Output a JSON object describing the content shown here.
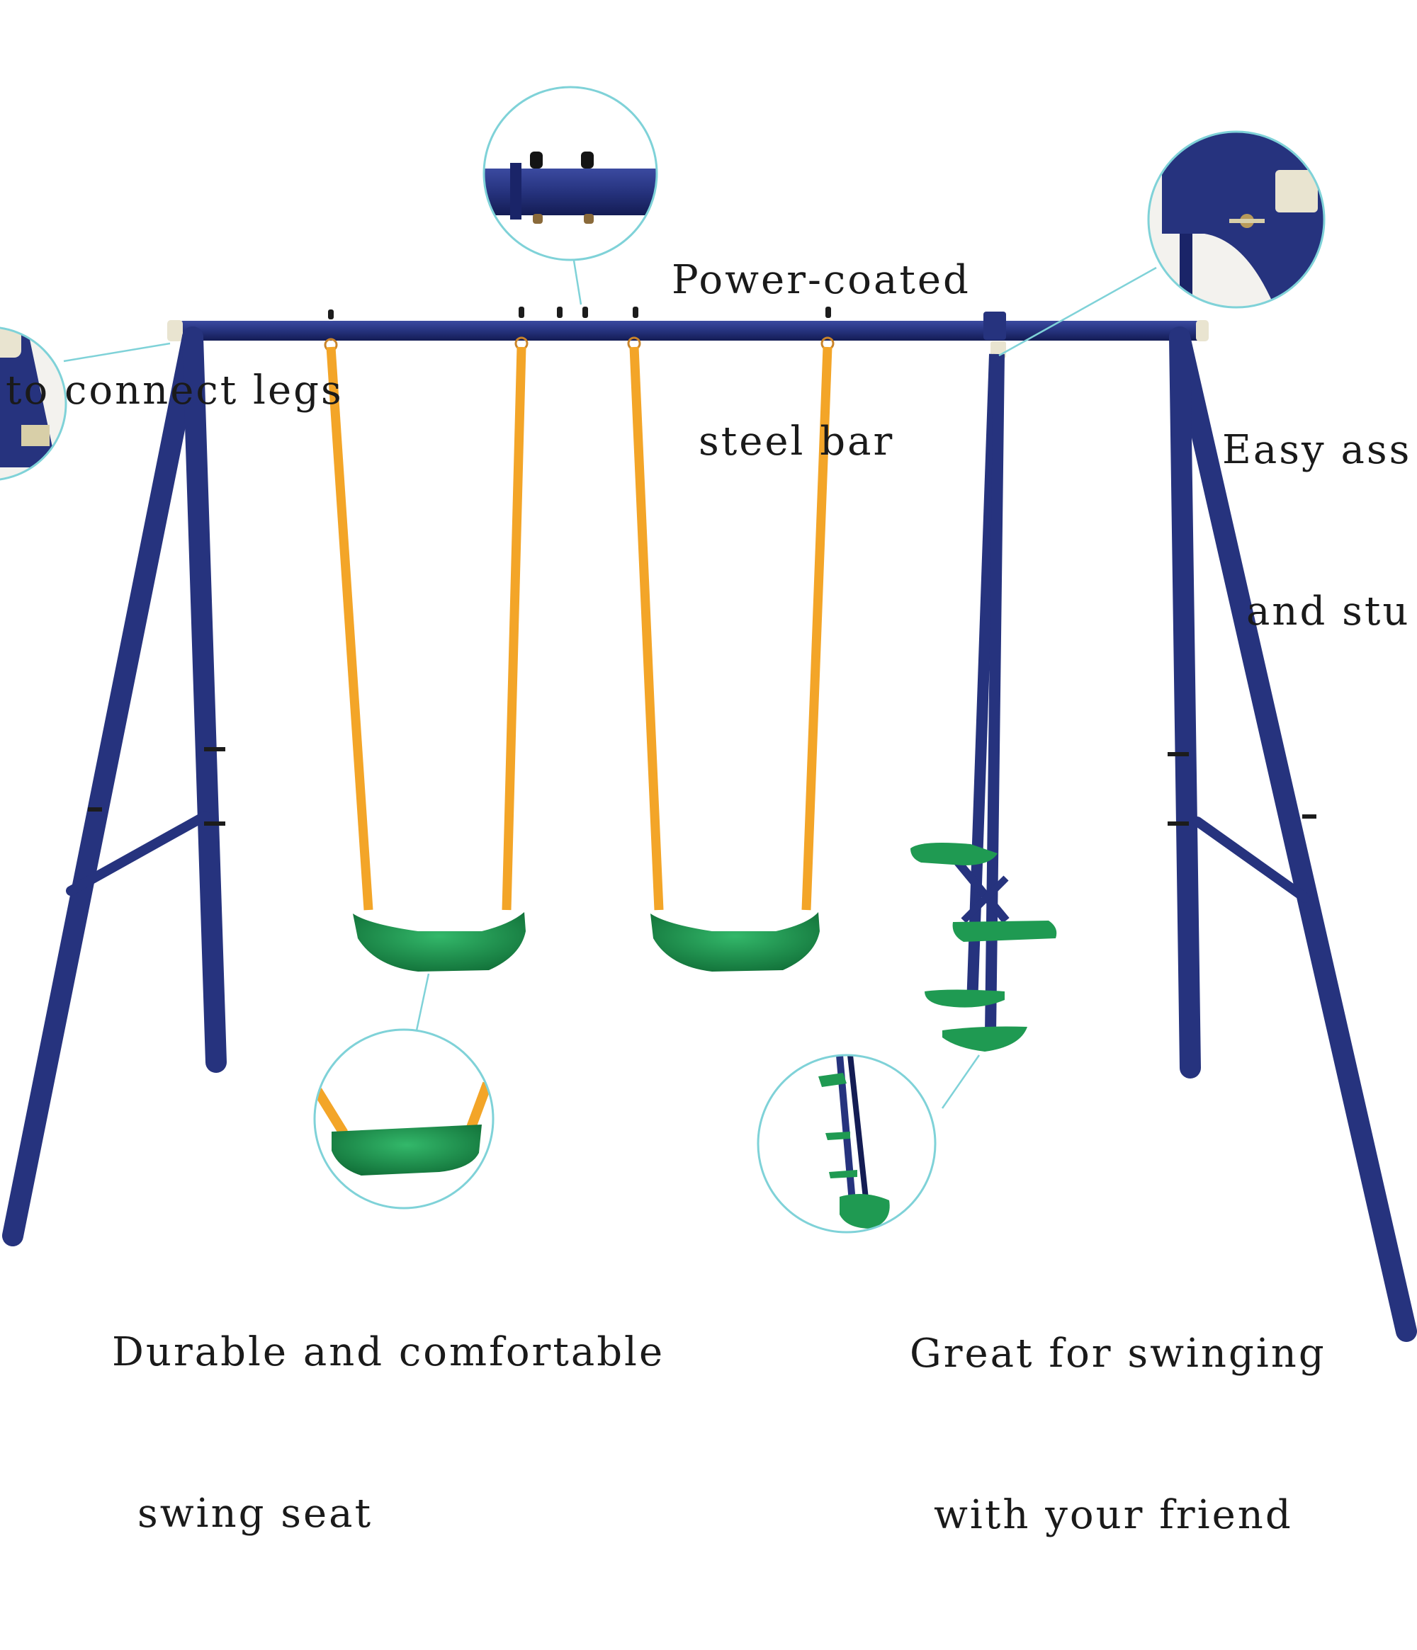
{
  "colors": {
    "frame": "#26337e",
    "frame_shadow": "#141c54",
    "rope": "#f3a528",
    "seat": "#1f9a52",
    "seat_dark": "#0f6b35",
    "callout_ring": "#7fd2d8",
    "text": "#1a1a1a"
  },
  "callouts": {
    "legs": {
      "line1": "to connect legs"
    },
    "bar": {
      "line1": "Power-coated",
      "line2": "steel bar"
    },
    "assembly": {
      "line1": "Easy ass",
      "line2": "and stu"
    },
    "seat": {
      "line1": "Durable and comfortable",
      "line2": "swing seat"
    },
    "glider": {
      "line1": "Great for swinging",
      "line2": "with your friend"
    }
  }
}
